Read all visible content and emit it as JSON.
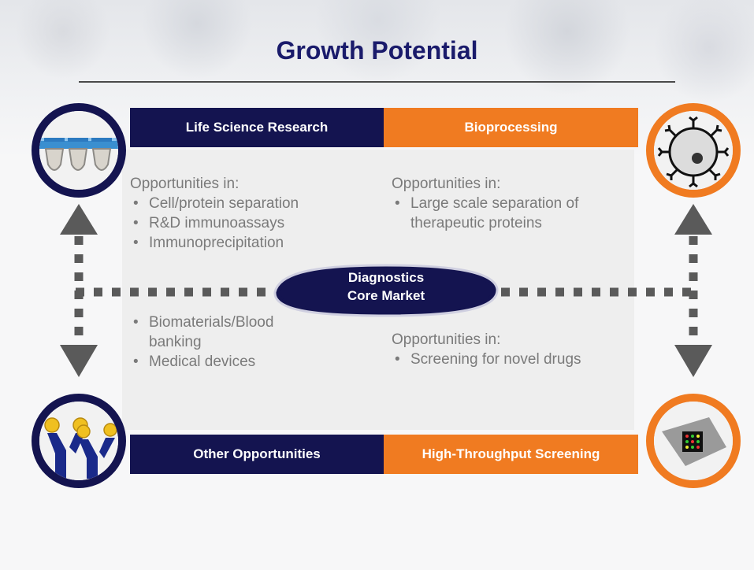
{
  "title": "Growth Potential",
  "quadrants": {
    "top_left": {
      "label": "Life Science Research",
      "heading": "Opportunities in:",
      "items": [
        "Cell/protein separation",
        "R&D immunoassays",
        "Immunoprecipitation"
      ]
    },
    "top_right": {
      "label": "Bioprocessing",
      "heading": "Opportunities in:",
      "items": [
        "Large scale separation of therapeutic proteins"
      ]
    },
    "bottom_left": {
      "label": "Other Opportunities",
      "items": [
        "Biomaterials/Blood banking",
        "Medical devices"
      ]
    },
    "bottom_right": {
      "label": "High-Throughput Screening",
      "heading": "Opportunities in:",
      "items": [
        "Screening for novel drugs"
      ]
    }
  },
  "center": {
    "line1": "Diagnostics",
    "line2": "Core Market"
  },
  "icons": {
    "top_left": "test-tube-strip-icon",
    "top_right": "bead-with-antibodies-icon",
    "bottom_left": "antibody-figures-icon",
    "bottom_right": "microarray-chip-icon"
  },
  "colors": {
    "navy": "#141450",
    "orange": "#f07b21",
    "arrow": "#5a5a5a",
    "text_gray": "#7a7a7a"
  }
}
